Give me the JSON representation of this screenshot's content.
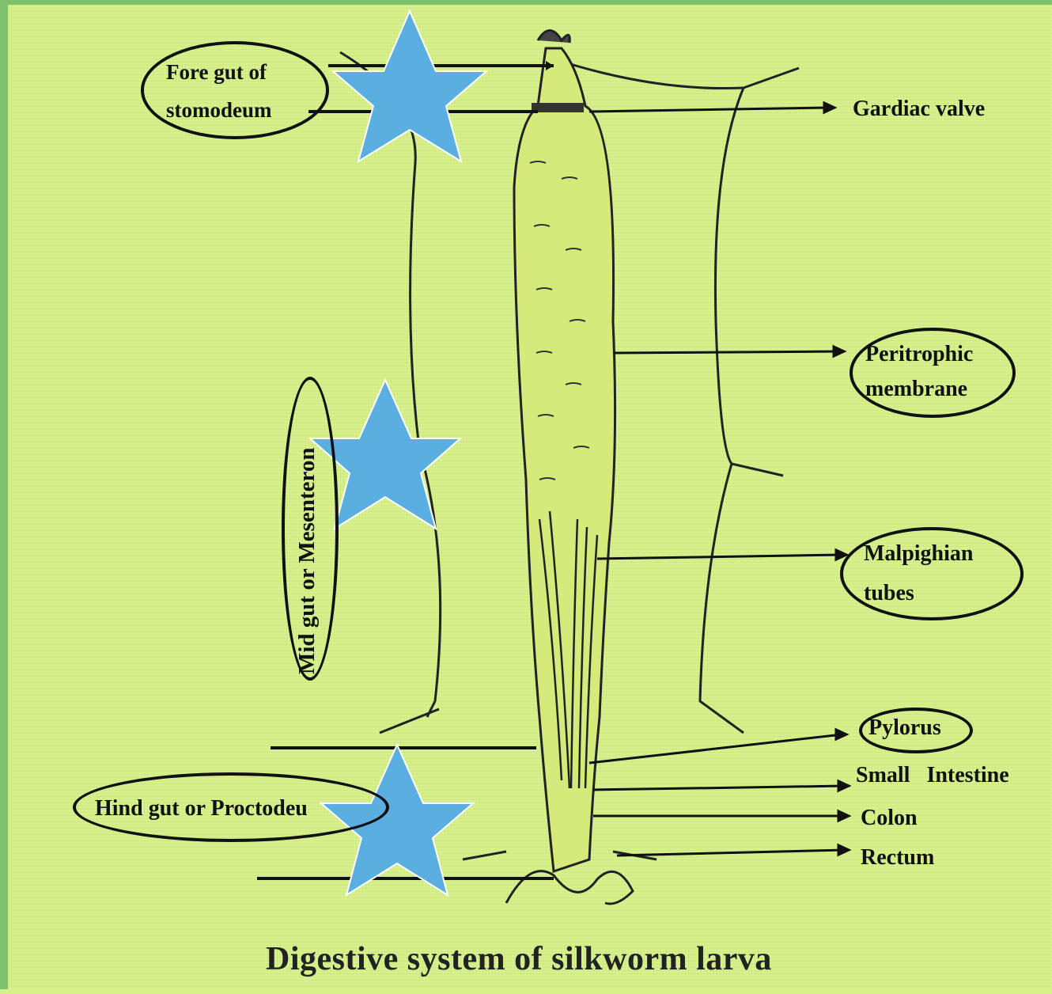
{
  "labels": {
    "fore_gut_line1": "Fore gut of",
    "fore_gut_line2": "stomodeum",
    "cardiac_valve": "Gardiac valve",
    "peritrophic_line1": "Peritrophic",
    "peritrophic_line2": "membrane",
    "mid_gut": "Mid gut or Mesenteron",
    "malpighian_line1": "Malpighian",
    "malpighian_line2": "tubes",
    "pylorus": "Pylorus",
    "small_intestine": "Small   Intestine",
    "colon": "Colon",
    "rectum": "Rectum",
    "hind_gut": "Hind gut or Proctodeu"
  },
  "title": "Digestive system of silkworm larva",
  "colors": {
    "background": "#d9f28c",
    "star": "#5aaee0",
    "ink": "#111111"
  }
}
